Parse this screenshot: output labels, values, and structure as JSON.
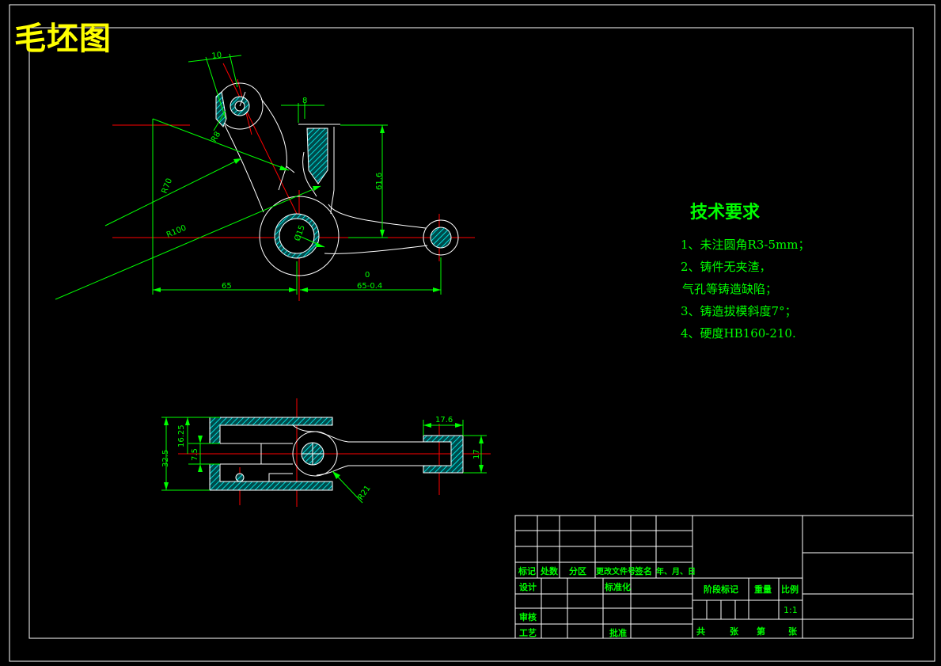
{
  "title": "毛坯图",
  "technical_requirements": {
    "heading": "技术要求",
    "items": [
      "1、未注圆角R3-5mm；",
      "2、铸件无夹渣，",
      "气孔等铸造缺陷；",
      "3、铸造拔模斜度7°；",
      "4、硬度HB160-210."
    ]
  },
  "dimensions": {
    "d10": "10",
    "d8": "8",
    "r70": "R70",
    "r100": "R100",
    "d61_6": "61.6",
    "d65": "65",
    "d65tol": "65-0.4",
    "d0": "0",
    "phi15": "Ø15",
    "r8": "R8",
    "d32_5": "32.5",
    "d16_25": "16.25",
    "d7_5": "7.5",
    "d17_6": "17.6",
    "d17": "17",
    "r21": "R21"
  },
  "title_block": {
    "biaoji": "标记",
    "chushu": "处数",
    "fenqu": "分区",
    "genggai": "更改文件号",
    "qianming": "签名",
    "date": "年、月、日",
    "sheji": "设计",
    "biaozhunhua": "标准化",
    "shenhe": "审核",
    "gongyi": "工艺",
    "pizhun": "批准",
    "jieduan": "阶段标记",
    "zhongliang": "重量",
    "bili": "比例",
    "scale": "1:1",
    "gong": "共",
    "zhang1": "张",
    "di": "第",
    "zhang2": "张"
  },
  "colors": {
    "background": "#000000",
    "outline": "#ffffff",
    "dimension": "#00ff00",
    "centerline": "#ff0000",
    "hatch": "#00ffff",
    "title": "#ffff00"
  }
}
